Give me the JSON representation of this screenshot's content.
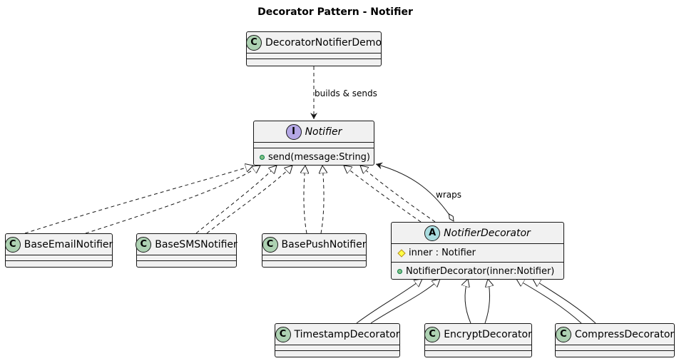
{
  "title": "Decorator Pattern - Notifier",
  "colors": {
    "class_fill": "#f1f1f1",
    "border": "#181818",
    "class_badge": "#add1b2",
    "interface_badge": "#b4a7e5",
    "abstract_badge": "#a9dcdf",
    "public_marker": "#84be84",
    "protected_marker": "#ffff44"
  },
  "classes": {
    "demo": {
      "badge": "C",
      "name": "DecoratorNotifierDemo"
    },
    "notifier": {
      "badge": "I",
      "name": "Notifier",
      "method": "send(message:String)"
    },
    "base_email": {
      "badge": "C",
      "name": "BaseEmailNotifier"
    },
    "base_sms": {
      "badge": "C",
      "name": "BaseSMSNotifier"
    },
    "base_push": {
      "badge": "C",
      "name": "BasePushNotifier"
    },
    "decorator": {
      "badge": "A",
      "name": "NotifierDecorator",
      "field": "inner : Notifier",
      "method": "NotifierDecorator(inner:Notifier)"
    },
    "timestamp": {
      "badge": "C",
      "name": "TimestampDecorator"
    },
    "encrypt": {
      "badge": "C",
      "name": "EncryptDecorator"
    },
    "compress": {
      "badge": "C",
      "name": "CompressDecorator"
    }
  },
  "edges": {
    "builds_label": "builds & sends",
    "wraps_label": "wraps"
  }
}
